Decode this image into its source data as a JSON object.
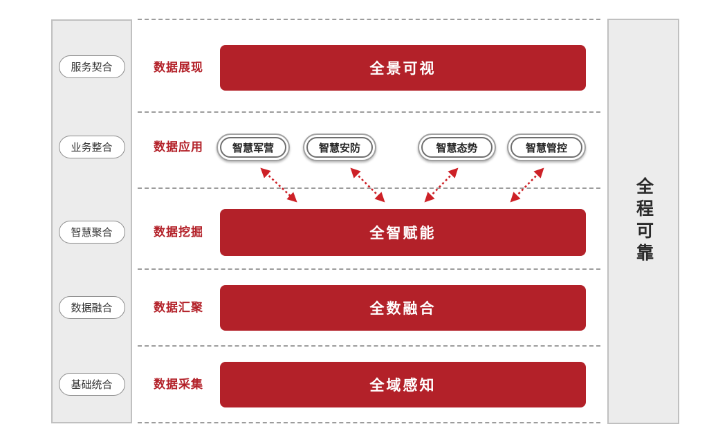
{
  "left_sidebar": {
    "items": [
      "服务契合",
      "业务整合",
      "智慧聚合",
      "数据融合",
      "基础统合"
    ]
  },
  "layers": [
    {
      "label": "数据展现",
      "bar": "全景可视"
    },
    {
      "label": "数据应用",
      "apps": [
        "智慧军营",
        "智慧安防",
        "智慧态势",
        "智慧管控"
      ]
    },
    {
      "label": "数据挖掘",
      "bar": "全智赋能"
    },
    {
      "label": "数据汇聚",
      "bar": "全数融合"
    },
    {
      "label": "数据采集",
      "bar": "全域感知"
    }
  ],
  "right_sidebar": {
    "label": "全程可靠"
  },
  "icons": {
    "connector": "double-headed-dashed-arrow-icon"
  },
  "colors": {
    "bar_red": "#b32129",
    "label_red": "#b32129",
    "arrow_red": "#cd2127",
    "panel_bg": "#ececec",
    "panel_border": "#c0c0c0",
    "dotted_line": "#9c9c9c",
    "bar_text": "#ffffff",
    "dark_text": "#2b2b2b"
  }
}
